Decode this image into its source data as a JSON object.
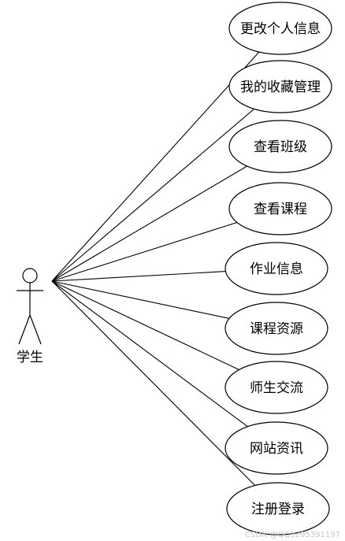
{
  "actor": {
    "label": "学生"
  },
  "use_cases": [
    {
      "label": "更改个人信息"
    },
    {
      "label": "我的收藏管理"
    },
    {
      "label": "查看班级"
    },
    {
      "label": "查看课程"
    },
    {
      "label": "作业信息"
    },
    {
      "label": "课程资源"
    },
    {
      "label": "师生交流"
    },
    {
      "label": "网站资讯"
    },
    {
      "label": "注册登录"
    }
  ],
  "watermark": "CSDN @QQ3295391197",
  "colors": {
    "stroke": "#000000",
    "background": "#ffffff",
    "watermark": "#c8c8c8"
  }
}
